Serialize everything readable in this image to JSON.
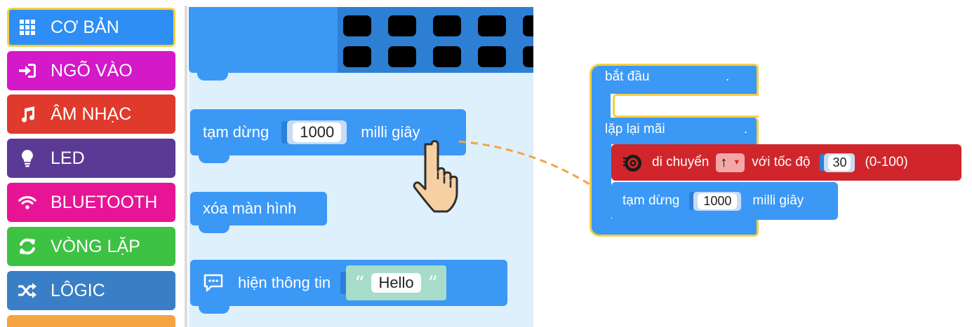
{
  "categories": [
    {
      "label": "CƠ BẢN",
      "icon": "grid-icon",
      "color": "#2f8ef4"
    },
    {
      "label": "NGÕ VÀO",
      "icon": "enter-icon",
      "color": "#d319c8"
    },
    {
      "label": "ÂM NHẠC",
      "icon": "music-icon",
      "color": "#e03a2c"
    },
    {
      "label": "LED",
      "icon": "bulb-icon",
      "color": "#5b3a95"
    },
    {
      "label": "BLUETOOTH",
      "icon": "wifi-icon",
      "color": "#e71595"
    },
    {
      "label": "VÒNG LẶP",
      "icon": "refresh-icon",
      "color": "#3ec243"
    },
    {
      "label": "LÔGIC",
      "icon": "shuffle-icon",
      "color": "#3a7fc5"
    }
  ],
  "flyout": {
    "pause_label": "tạm dừng",
    "pause_value": "1000",
    "pause_unit": "milli giây",
    "clear_label": "xóa màn hình",
    "show_label": "hiện thông tin",
    "show_open_quote": "“",
    "show_value": "Hello",
    "show_close_quote": "”"
  },
  "program": {
    "start_label": "bắt đầu",
    "start_dot": ".",
    "forever_label": "lặp lại mãi",
    "forever_dot": ".",
    "move_label": "di chuyển",
    "move_direction": "↑",
    "move_speed_label": "với tốc độ",
    "move_speed_value": "30",
    "move_range": "(0-100)",
    "pause_label": "tạm dừng",
    "pause_value": "1000",
    "pause_unit": "milli giây"
  },
  "colors": {
    "basic_blue": "#3b98f5",
    "event_border": "#f5cf45",
    "motor_red": "#d0262b",
    "flyout_bg": "#ddf0fb",
    "arrow_orange": "#f5a441"
  }
}
